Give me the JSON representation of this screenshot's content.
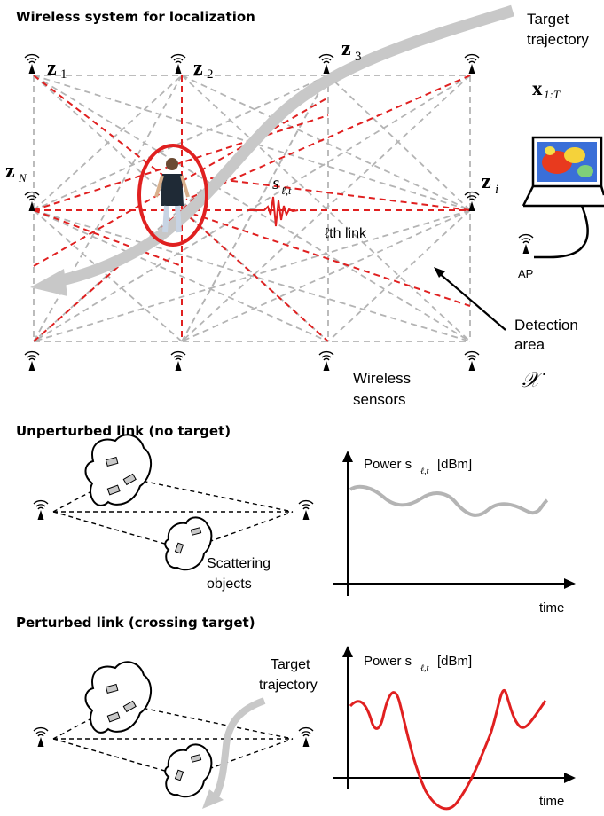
{
  "headings": {
    "system": "Wireless system for localization",
    "unperturbed": "Unperturbed link (no target)",
    "perturbed": "Perturbed link (crossing target)"
  },
  "nodes": {
    "z1": {
      "sym": "z",
      "sub": "1"
    },
    "z2": {
      "sym": "z",
      "sub": "2"
    },
    "z3": {
      "sym": "z",
      "sub": "3"
    },
    "zN": {
      "sym": "z",
      "sub": "N"
    },
    "zi": {
      "sym": "z",
      "sub": "i"
    }
  },
  "labels": {
    "target_trajectory_1": "Target",
    "target_trajectory_2": "trajectory",
    "x_sym": "x",
    "x_sub": "1:T",
    "signal_sym": "s",
    "signal_sub": "ℓ,t",
    "link_label": "ℓth link",
    "ap": "AP",
    "detection_1": "Detection",
    "detection_2": "area",
    "area_sym": "𝒳",
    "sensors_1": "Wireless",
    "sensors_2": "sensors",
    "scattering_1": "Scattering",
    "scattering_2": "objects",
    "traj_b_1": "Target",
    "traj_b_2": "trajectory"
  },
  "plots": {
    "ylabel_prefix": "Power s",
    "ylabel_sub": "ℓ,t",
    "ylabel_unit": "[dBm]",
    "xlabel": "time"
  },
  "colors": {
    "red": "#e02020",
    "gray": "#b4b4b4",
    "trajectory": "#c8c8c8"
  }
}
